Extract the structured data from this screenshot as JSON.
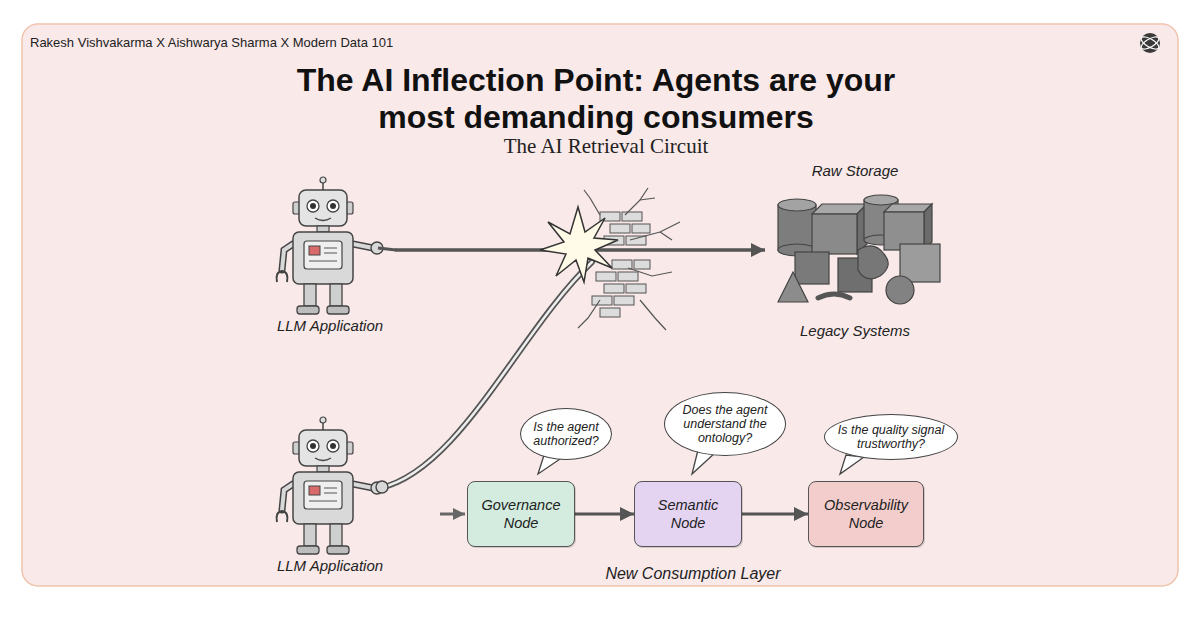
{
  "diagram": {
    "title": "The AI Inflection Point: Agents are your most demanding consumers",
    "nodes": [
      {
        "text": [
          "LLM Application"
        ]
      },
      {
        "text": [
          "Raw Storage",
          "Legacy Systems"
        ]
      },
      {
        "text": [
          "Is the agent authorized?"
        ]
      },
      {
        "text": [
          "Does the agent understand the ontology?"
        ]
      },
      {
        "text": [
          "Is the quality signal trustworthy?"
        ]
      },
      {
        "text": [
          "LLM Application"
        ]
      },
      {
        "text": [
          "Governance Node"
        ]
      },
      {
        "text": [
          "Semantic Node"
        ]
      },
      {
        "text": [
          "Observability Node"
        ]
      }
    ],
    "edges": [
      {
        "from": 0,
        "to": 1,
        "arrow": "to"
      },
      {
        "from": 6,
        "to": 7,
        "arrow": "to"
      },
      {
        "from": 7,
        "to": 8,
        "arrow": "to"
      }
    ],
    "labels": [
      "Rakesh Vishvakarma X Aishwarya Sharma X Modern Data 101",
      "The AI Retrieval Circuit",
      "New Consumption Layer"
    ]
  }
}
